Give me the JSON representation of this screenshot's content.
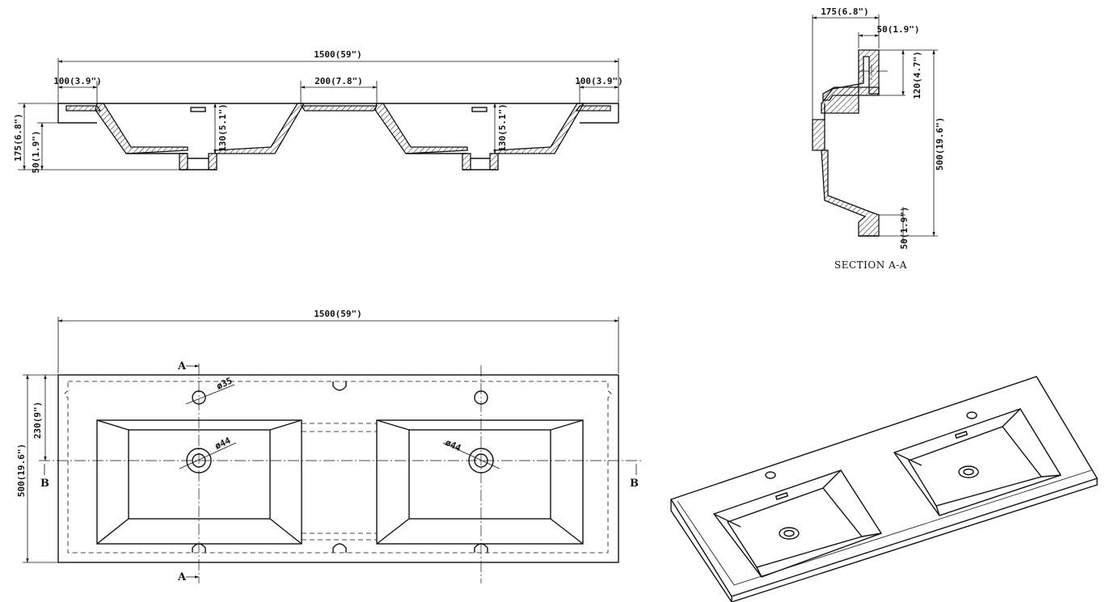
{
  "front_section": {
    "overall_width": "1500(59\")",
    "left_edge": "100(3.9\")",
    "center_gap": "200(7.8\")",
    "right_edge": "100(3.9\")",
    "total_height": "175(6.8\")",
    "rim_height": "50(1.9\")",
    "bowl_depth_left": "130(5.1\")",
    "bowl_depth_right": "130(5.1\")"
  },
  "side_section": {
    "depth_top": "175(6.8\")",
    "rim_top": "50(1.9\")",
    "back_height": "120(4.7\")",
    "overall_depth": "500(19.6\")",
    "rim_bottom": "50(1.9\")",
    "caption": "SECTION A-A"
  },
  "plan_view": {
    "overall_width": "1500(59\")",
    "overall_depth": "500(19.6\")",
    "offset": "230(9\")",
    "tap_hole": "ø35",
    "drain_left": "ø44",
    "drain_right": "ø44",
    "marker_a_top": "A",
    "marker_a_bottom": "A",
    "marker_b_left": "B",
    "marker_b_right": "B"
  }
}
